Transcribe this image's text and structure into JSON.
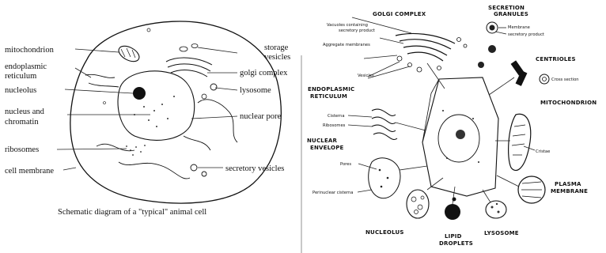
{
  "left_diagram": {
    "labels_left": {
      "mitochondrion": "mitochondrion",
      "endoplasmic": "endoplasmic",
      "reticulum": "reticulum",
      "nucleolus": "nucleolus",
      "nucleus_and": "nucleus and",
      "chromatin": "chromatin",
      "ribosomes": "ribosomes",
      "cell_membrane": "cell membrane"
    },
    "labels_right": {
      "storage": "storage",
      "vesicles": "vesicles",
      "golgi_complex": "golgi complex",
      "lysosome": "lysosome",
      "nuclear_pore": "nuclear pore",
      "secretory_vesicles": "secretory vesicles"
    },
    "caption": "Schematic diagram of a \"typical\" animal cell"
  },
  "right_diagram": {
    "golgi_complex": "GOLGI COMPLEX",
    "vacuoles_line1": "Vacuoles containing",
    "vacuoles_line2": "secretory product",
    "aggregate": "Aggregate membranes",
    "vesicles": "Vesicles",
    "secretion_line1": "SECRETION",
    "secretion_line2": "GRANULES",
    "secretion_sub1": "Membrane",
    "secretion_sub2": "secretory product",
    "centrioles": "CENTRIOLES",
    "cross_section": "Cross section",
    "er_line1": "ENDOPLASMIC",
    "er_line2": "RETICULUM",
    "cisterna": "Cisterna",
    "ribosomes": "Ribosomes",
    "mitochondrion": "MITOCHONDRION",
    "cristae": "Cristae",
    "nuclear_line1": "NUCLEAR",
    "nuclear_line2": "ENVELOPE",
    "pores": "Pores",
    "perinuclear": "Perinuclear cisterna",
    "plasma_line1": "PLASMA",
    "plasma_line2": "MEMBRANE",
    "nucleolus": "NUCLEOLUS",
    "lipid_line1": "LIPID",
    "lipid_line2": "DROPLETS",
    "lysosome": "LYSOSOME"
  }
}
